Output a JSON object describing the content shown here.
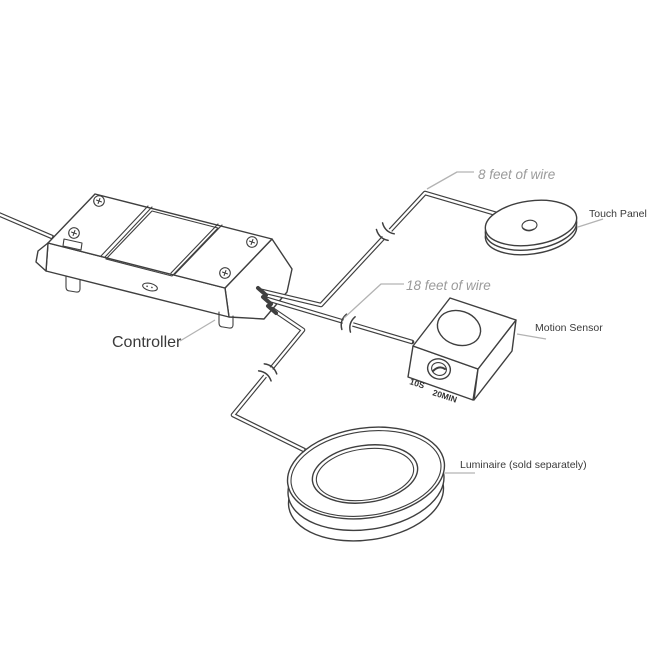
{
  "diagram": {
    "colors": {
      "background": "#ffffff",
      "line": "#3f3f3f",
      "label": "#3a3a3a",
      "wire_label": "#9b9b9b",
      "leader": "#b3b3b3"
    },
    "components": {
      "controller": {
        "label": "Controller"
      },
      "touch_panel": {
        "label": "Touch Panel"
      },
      "motion_sensor": {
        "label": "Motion Sensor",
        "markings": [
          "10S",
          "20MIN"
        ]
      },
      "luminaire": {
        "label": "Luminaire (sold separately)"
      }
    },
    "wires": {
      "touch_panel_wire": {
        "label": "8 feet of wire"
      },
      "motion_sensor_wire": {
        "label": "18 feet of wire"
      }
    }
  }
}
